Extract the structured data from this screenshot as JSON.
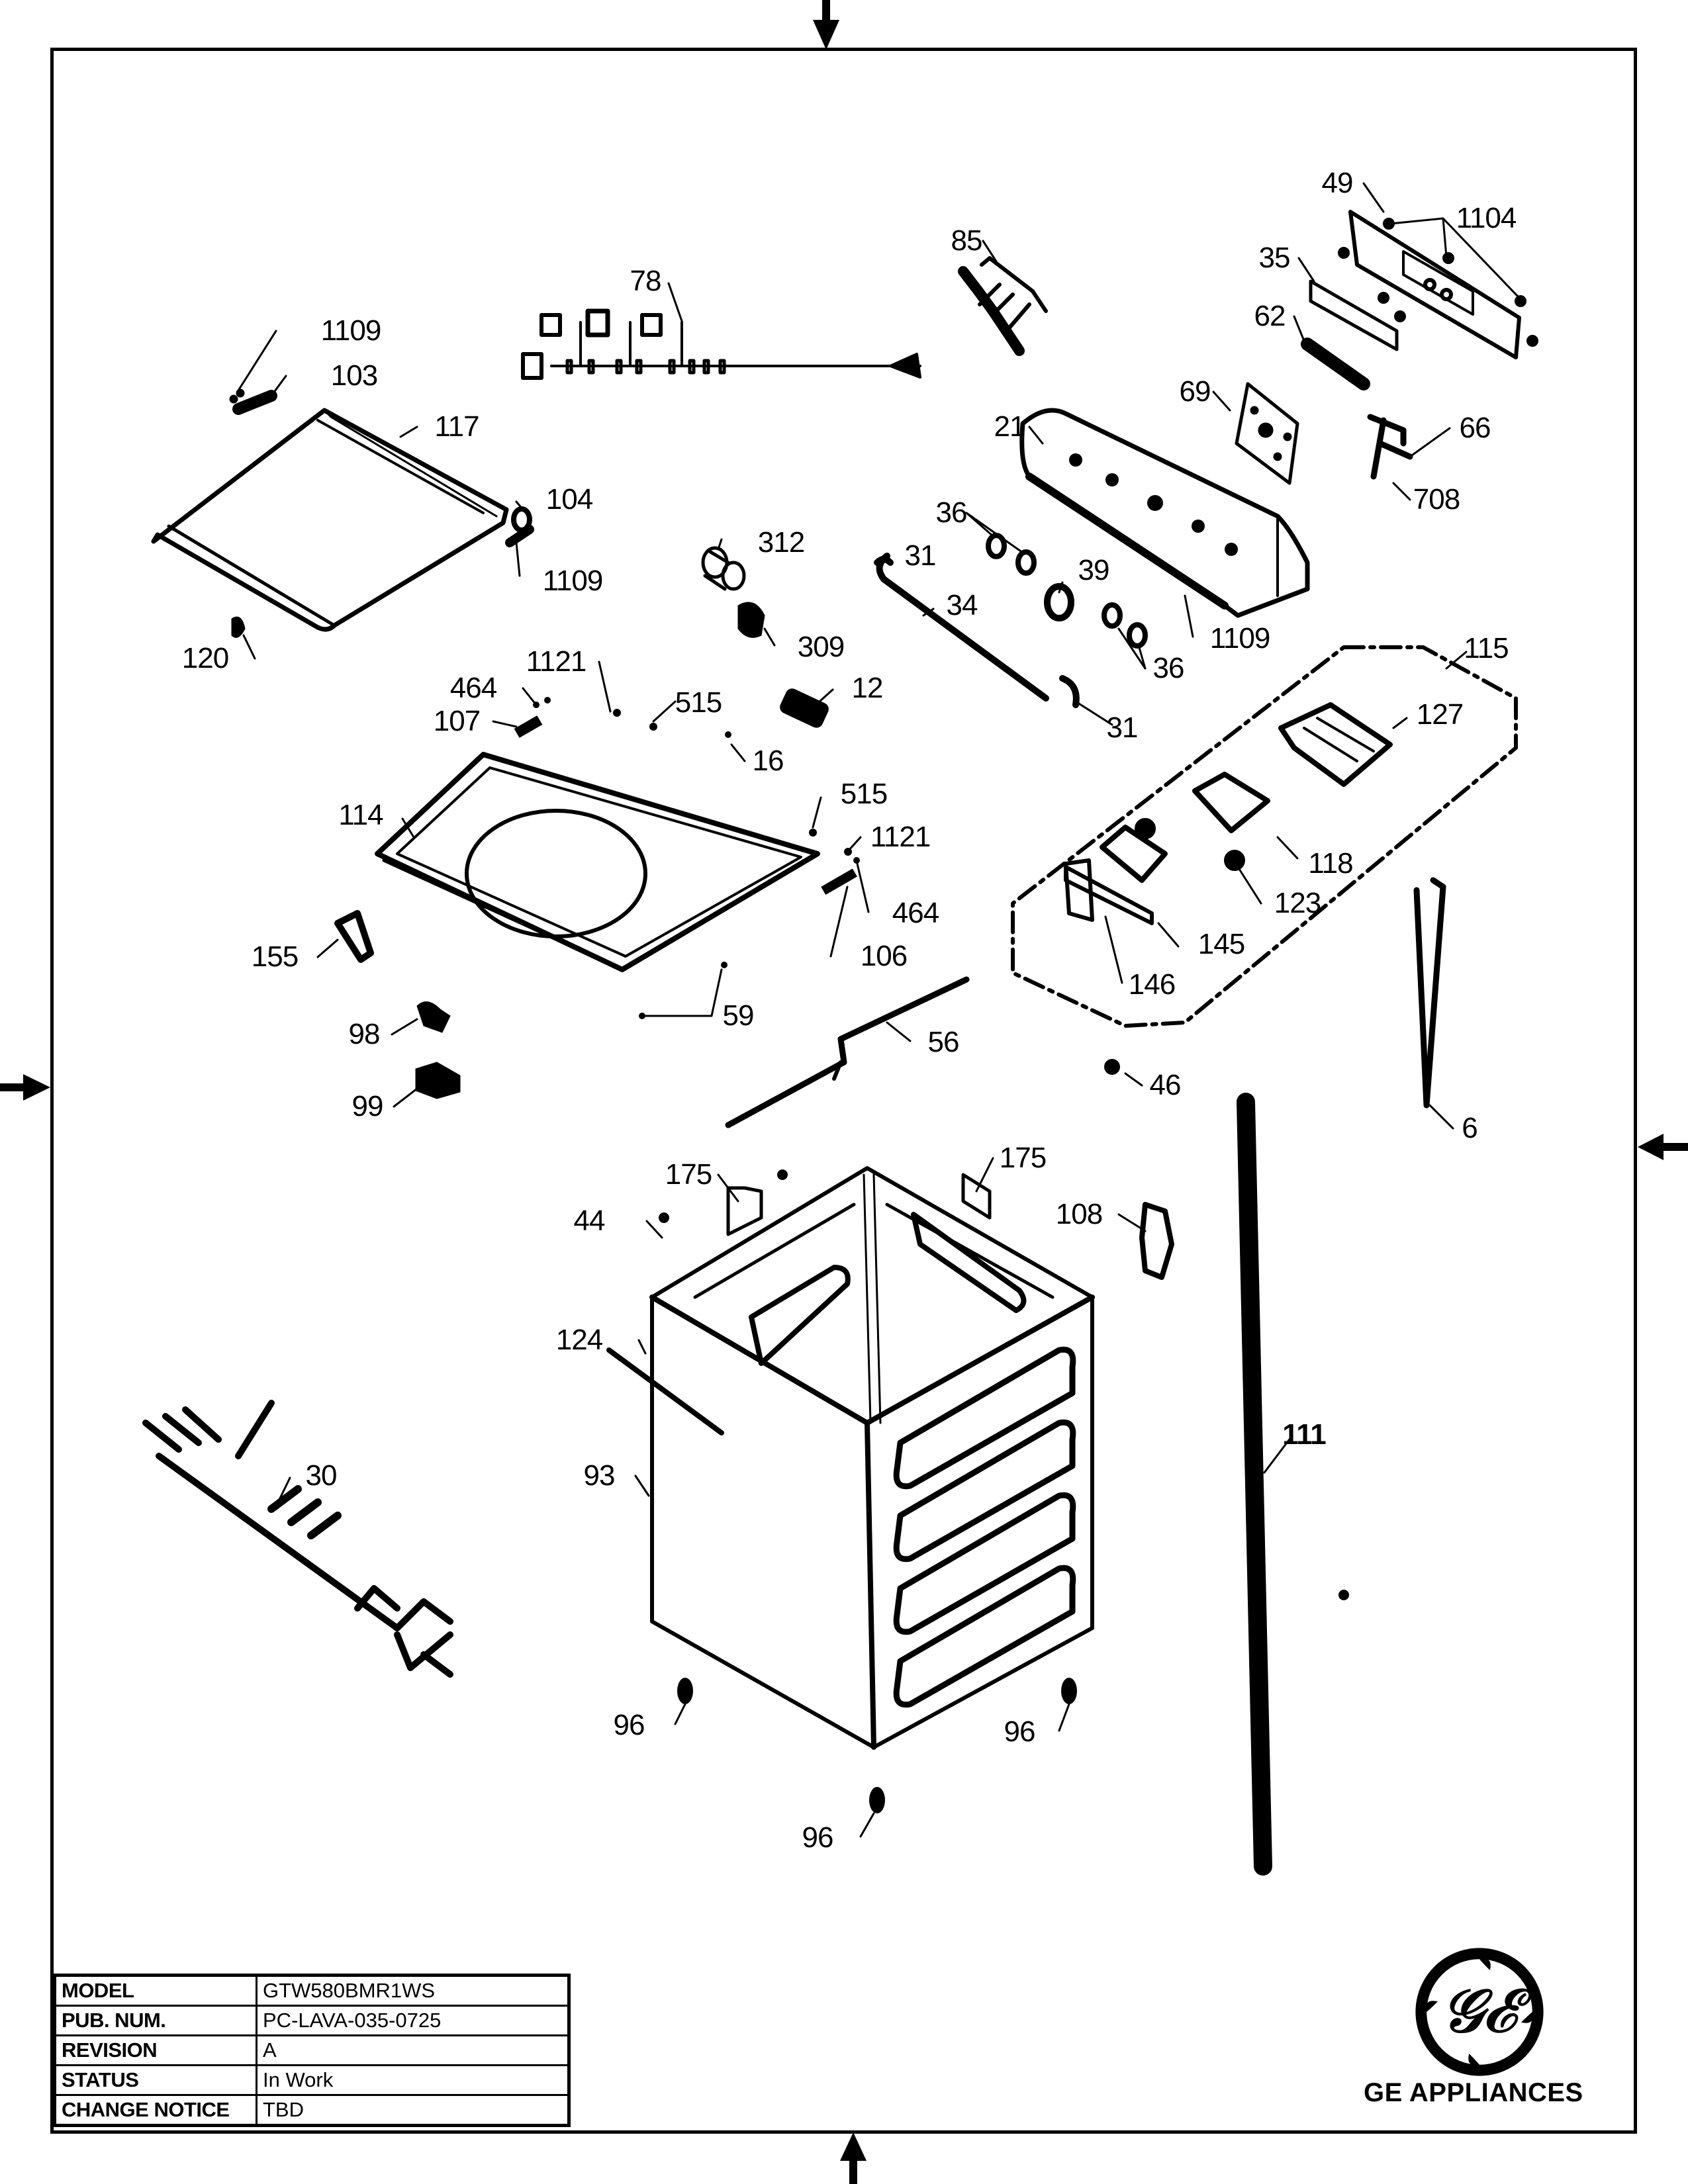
{
  "document": {
    "type": "exploded-parts-diagram",
    "brand": "GE APPLIANCES",
    "logo_icon": "ge-monogram-logo"
  },
  "title_block": {
    "rows": [
      {
        "label": "MODEL",
        "value": "GTW580BMR1WS"
      },
      {
        "label": "PUB. NUM.",
        "value": "PC-LAVA-035-0725"
      },
      {
        "label": "REVISION",
        "value": "A"
      },
      {
        "label": "STATUS",
        "value": "In Work"
      },
      {
        "label": "CHANGE NOTICE",
        "value": "TBD"
      }
    ]
  },
  "callouts": [
    {
      "id": "c49",
      "text": "49",
      "part": "control-panel-backsplash-rear"
    },
    {
      "id": "c1104",
      "text": "1104",
      "part": "screws"
    },
    {
      "id": "c85",
      "text": "85",
      "part": "wire-harness-switches"
    },
    {
      "id": "c78",
      "text": "78",
      "part": "inlet-valve-harness"
    },
    {
      "id": "c35",
      "text": "35",
      "part": "trim-strip"
    },
    {
      "id": "c62",
      "text": "62",
      "part": "switch"
    },
    {
      "id": "c1109a",
      "text": "1109",
      "part": "screw"
    },
    {
      "id": "c103",
      "text": "103",
      "part": "lid-hinge-left"
    },
    {
      "id": "c117",
      "text": "117",
      "part": "lid-assembly"
    },
    {
      "id": "c69",
      "text": "69",
      "part": "control-board"
    },
    {
      "id": "c21",
      "text": "21",
      "part": "control-panel-console"
    },
    {
      "id": "c66",
      "text": "66",
      "part": "harness"
    },
    {
      "id": "c708",
      "text": "708",
      "part": "clip"
    },
    {
      "id": "c104",
      "text": "104",
      "part": "lid-hinge-right"
    },
    {
      "id": "c1109b",
      "text": "1109",
      "part": "screw"
    },
    {
      "id": "c36a",
      "text": "36",
      "part": "knob"
    },
    {
      "id": "c312",
      "text": "312",
      "part": "lid-lock-bushing"
    },
    {
      "id": "c31a",
      "text": "31",
      "part": "end-cap"
    },
    {
      "id": "c39",
      "text": "39",
      "part": "knob-large"
    },
    {
      "id": "c34",
      "text": "34",
      "part": "tube"
    },
    {
      "id": "c1109c",
      "text": "1109",
      "part": "screw"
    },
    {
      "id": "c309",
      "text": "309",
      "part": "lock-bracket"
    },
    {
      "id": "c36b",
      "text": "36",
      "part": "knob"
    },
    {
      "id": "c120",
      "text": "120",
      "part": "lid-bumper"
    },
    {
      "id": "c115",
      "text": "115",
      "part": "dispenser-assembly"
    },
    {
      "id": "c1121a",
      "text": "1121",
      "part": "screw"
    },
    {
      "id": "c464a",
      "text": "464",
      "part": "screw"
    },
    {
      "id": "c515a",
      "text": "515",
      "part": "screw"
    },
    {
      "id": "c12",
      "text": "12",
      "part": "lid-lock"
    },
    {
      "id": "c31b",
      "text": "31",
      "part": "end-cap"
    },
    {
      "id": "c107",
      "text": "107",
      "part": "lid-switch-left"
    },
    {
      "id": "c16",
      "text": "16",
      "part": "clip"
    },
    {
      "id": "c127",
      "text": "127",
      "part": "dispenser-housing"
    },
    {
      "id": "c515b",
      "text": "515",
      "part": "screw"
    },
    {
      "id": "c114",
      "text": "114",
      "part": "top-cover"
    },
    {
      "id": "c1121b",
      "text": "1121",
      "part": "screw"
    },
    {
      "id": "c118",
      "text": "118",
      "part": "dispenser-tray"
    },
    {
      "id": "c123",
      "text": "123",
      "part": "cap"
    },
    {
      "id": "c464b",
      "text": "464",
      "part": "screw"
    },
    {
      "id": "c155",
      "text": "155",
      "part": "hose-clip"
    },
    {
      "id": "c106",
      "text": "106",
      "part": "lid-switch-right"
    },
    {
      "id": "c145",
      "text": "145",
      "part": "dispenser-drawer"
    },
    {
      "id": "c146",
      "text": "146",
      "part": "drawer-front"
    },
    {
      "id": "c59",
      "text": "59",
      "part": "screws"
    },
    {
      "id": "c98",
      "text": "98",
      "part": "bumper"
    },
    {
      "id": "c56",
      "text": "56",
      "part": "harness"
    },
    {
      "id": "c46",
      "text": "46",
      "part": "grommet"
    },
    {
      "id": "c6",
      "text": "6",
      "part": "pressure-hose"
    },
    {
      "id": "c99",
      "text": "99",
      "part": "bumper"
    },
    {
      "id": "c175a",
      "text": "175",
      "part": "label"
    },
    {
      "id": "c175b",
      "text": "175",
      "part": "label"
    },
    {
      "id": "c44",
      "text": "44",
      "part": "plug"
    },
    {
      "id": "c108",
      "text": "108",
      "part": "hose-clamp"
    },
    {
      "id": "c124",
      "text": "124",
      "part": "strap"
    },
    {
      "id": "c111",
      "text": "111",
      "part": "drain-hose"
    },
    {
      "id": "c93",
      "text": "93",
      "part": "cabinet"
    },
    {
      "id": "c30",
      "text": "30",
      "part": "main-harness"
    },
    {
      "id": "c96a",
      "text": "96",
      "part": "leveling-leg"
    },
    {
      "id": "c96b",
      "text": "96",
      "part": "leveling-leg"
    },
    {
      "id": "c96c",
      "text": "96",
      "part": "leveling-leg"
    }
  ],
  "registration_marks": [
    "arrow-top",
    "arrow-left",
    "arrow-right",
    "arrow-bottom"
  ]
}
